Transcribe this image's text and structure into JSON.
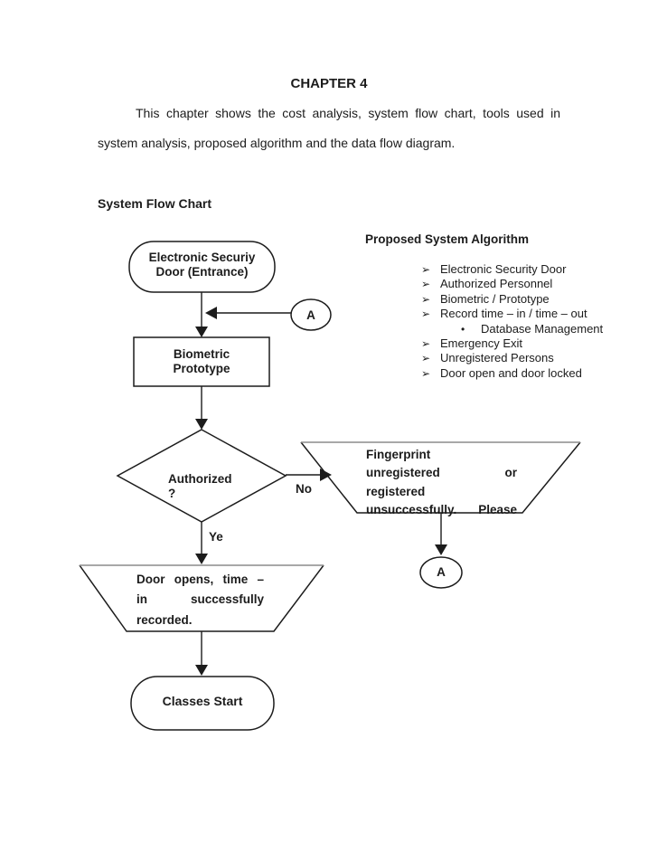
{
  "document": {
    "chapter_title": "CHAPTER 4",
    "intro_line1": "This chapter shows the cost analysis, system flow chart, tools used in",
    "intro_line2": "system analysis, proposed algorithm and the data flow diagram.",
    "section_heading": "System Flow Chart"
  },
  "algorithm_panel": {
    "heading": "Proposed System Algorithm",
    "arrow_bullet": "➢",
    "dot_bullet": "•",
    "items": [
      {
        "label": "Electronic Security Door",
        "level": 1
      },
      {
        "label": "Authorized Personnel",
        "level": 1
      },
      {
        "label": "Biometric / Prototype",
        "level": 1
      },
      {
        "label": "Record time – in / time – out",
        "level": 1
      },
      {
        "label": "Database Management",
        "level": 2
      },
      {
        "label": "Emergency Exit",
        "level": 1
      },
      {
        "label": "Unregistered Persons",
        "level": 1
      },
      {
        "label": "Door open and door locked",
        "level": 1
      }
    ]
  },
  "flowchart": {
    "start_terminal": {
      "line1": "Electronic Securiy",
      "line2": "Door (Entrance)"
    },
    "connector_a_top": "A",
    "process_box": {
      "line1": "Biometric",
      "line2": "Prototype"
    },
    "decision": {
      "line1": "Authorized",
      "line2": "?"
    },
    "branch_no": "No",
    "branch_yes": "Ye",
    "error_output": {
      "line1": "Fingerprint",
      "line2_left": "unregistered",
      "line2_right": "or",
      "line3": "registered",
      "line4_left": "unsuccessfully.",
      "line4_right": "Please"
    },
    "connector_a_bottom": "A",
    "success_output": {
      "line1_w1": "Door",
      "line1_w2": "opens,",
      "line1_w3": "time",
      "line1_w4": "–",
      "line2_w1": "in",
      "line2_w2": "successfully",
      "line3": "recorded."
    },
    "end_terminal": "Classes Start"
  },
  "colors": {
    "ink": "#1c1c1c",
    "shape_stroke": "#1c1c1c",
    "trapezoid_top_edge": "#8c8c8c",
    "page_background": "#ffffff"
  }
}
